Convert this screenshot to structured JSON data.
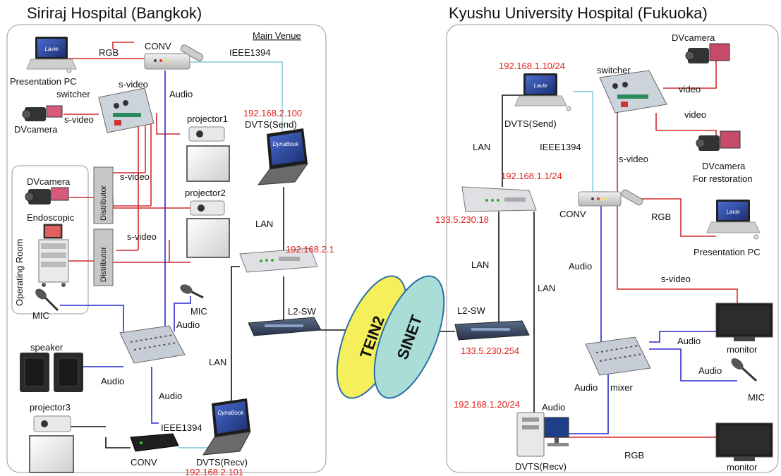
{
  "sites": {
    "left_title": "Siriraj Hospital (Bangkok)",
    "right_title": "Kyushu University Hospital (Fukuoka)",
    "main_venue": "Main Venue",
    "operating_room": "Operating Room"
  },
  "left": {
    "conv_top": "CONV",
    "rgb": "RGB",
    "ieee1394_top": "IEEE1394",
    "presentation_pc": "Presentation PC",
    "s_video_1": "s-video",
    "switcher": "switcher",
    "s_video_2": "s-video",
    "dvcamera_1": "DVcamera",
    "audio_1": "Audio",
    "projector1": "projector1",
    "dvts_send_ip": "192.168.2.100",
    "dvts_send": "DVTS(Send)",
    "dvcamera_2": "DVcamera",
    "endoscopic": "Endoscopic",
    "distributor_1": "Distributor",
    "distributor_2": "Distributor",
    "s_video_3": "s-video",
    "projector2": "projector2",
    "s_video_4": "s-video",
    "lan_1": "LAN",
    "router_ip": "192.168.2.1",
    "mic_1": "MIC",
    "mic_2": "MIC",
    "audio_2": "Audio",
    "l2sw": "L2-SW",
    "speaker": "speaker",
    "audio_3": "Audio",
    "lan_2": "LAN",
    "audio_4": "Audio",
    "projector3": "projector3",
    "ieee1394_bottom": "IEEE1394",
    "conv_bottom": "CONV",
    "dvts_recv": "DVTS(Recv)",
    "dvts_recv_ip": "192.168.2.101"
  },
  "network": {
    "tein2": "TEIN2",
    "sinet": "SINET"
  },
  "right": {
    "dvcamera_1": "DVcamera",
    "switcher": "switcher",
    "dvts_send_ip": "192.168.1.10/24",
    "video_1": "video",
    "video_2": "video",
    "dvts_send": "DVTS(Send)",
    "lan_1": "LAN",
    "ieee1394": "IEEE1394",
    "s_video_1": "s-video",
    "dvcamera_2": "DVcamera",
    "for_restoration": "For restoration",
    "router_ip_in": "192.168.1.1/24",
    "router_ip_out": "133.5.230.18",
    "conv": "CONV",
    "rgb_1": "RGB",
    "presentation_pc": "Presentation PC",
    "lan_2": "LAN",
    "audio_1": "Audio",
    "lan_3": "LAN",
    "s_video_2": "s-video",
    "l2sw": "L2-SW",
    "l2sw_ip": "133.5.230.254",
    "audio_2": "Audio",
    "monitor_1": "monitor",
    "audio_3": "Audio",
    "mic": "MIC",
    "audio_4": "Audio",
    "mixer": "mixer",
    "dvts_recv_ip": "192.168.1.20/24",
    "audio_5": "Audio",
    "rgb_2": "RGB",
    "dvts_recv": "DVTS(Recv)",
    "monitor_2": "monitor"
  },
  "colors": {
    "video_line": "#d42a2a",
    "audio_line": "#2a2ad4",
    "lan_line": "#111111",
    "ieee_line": "#7ec8d8",
    "ip_text": "#e0201c",
    "tein2_fill": "#f4ef5a",
    "sinet_fill": "#a9ddd6"
  }
}
